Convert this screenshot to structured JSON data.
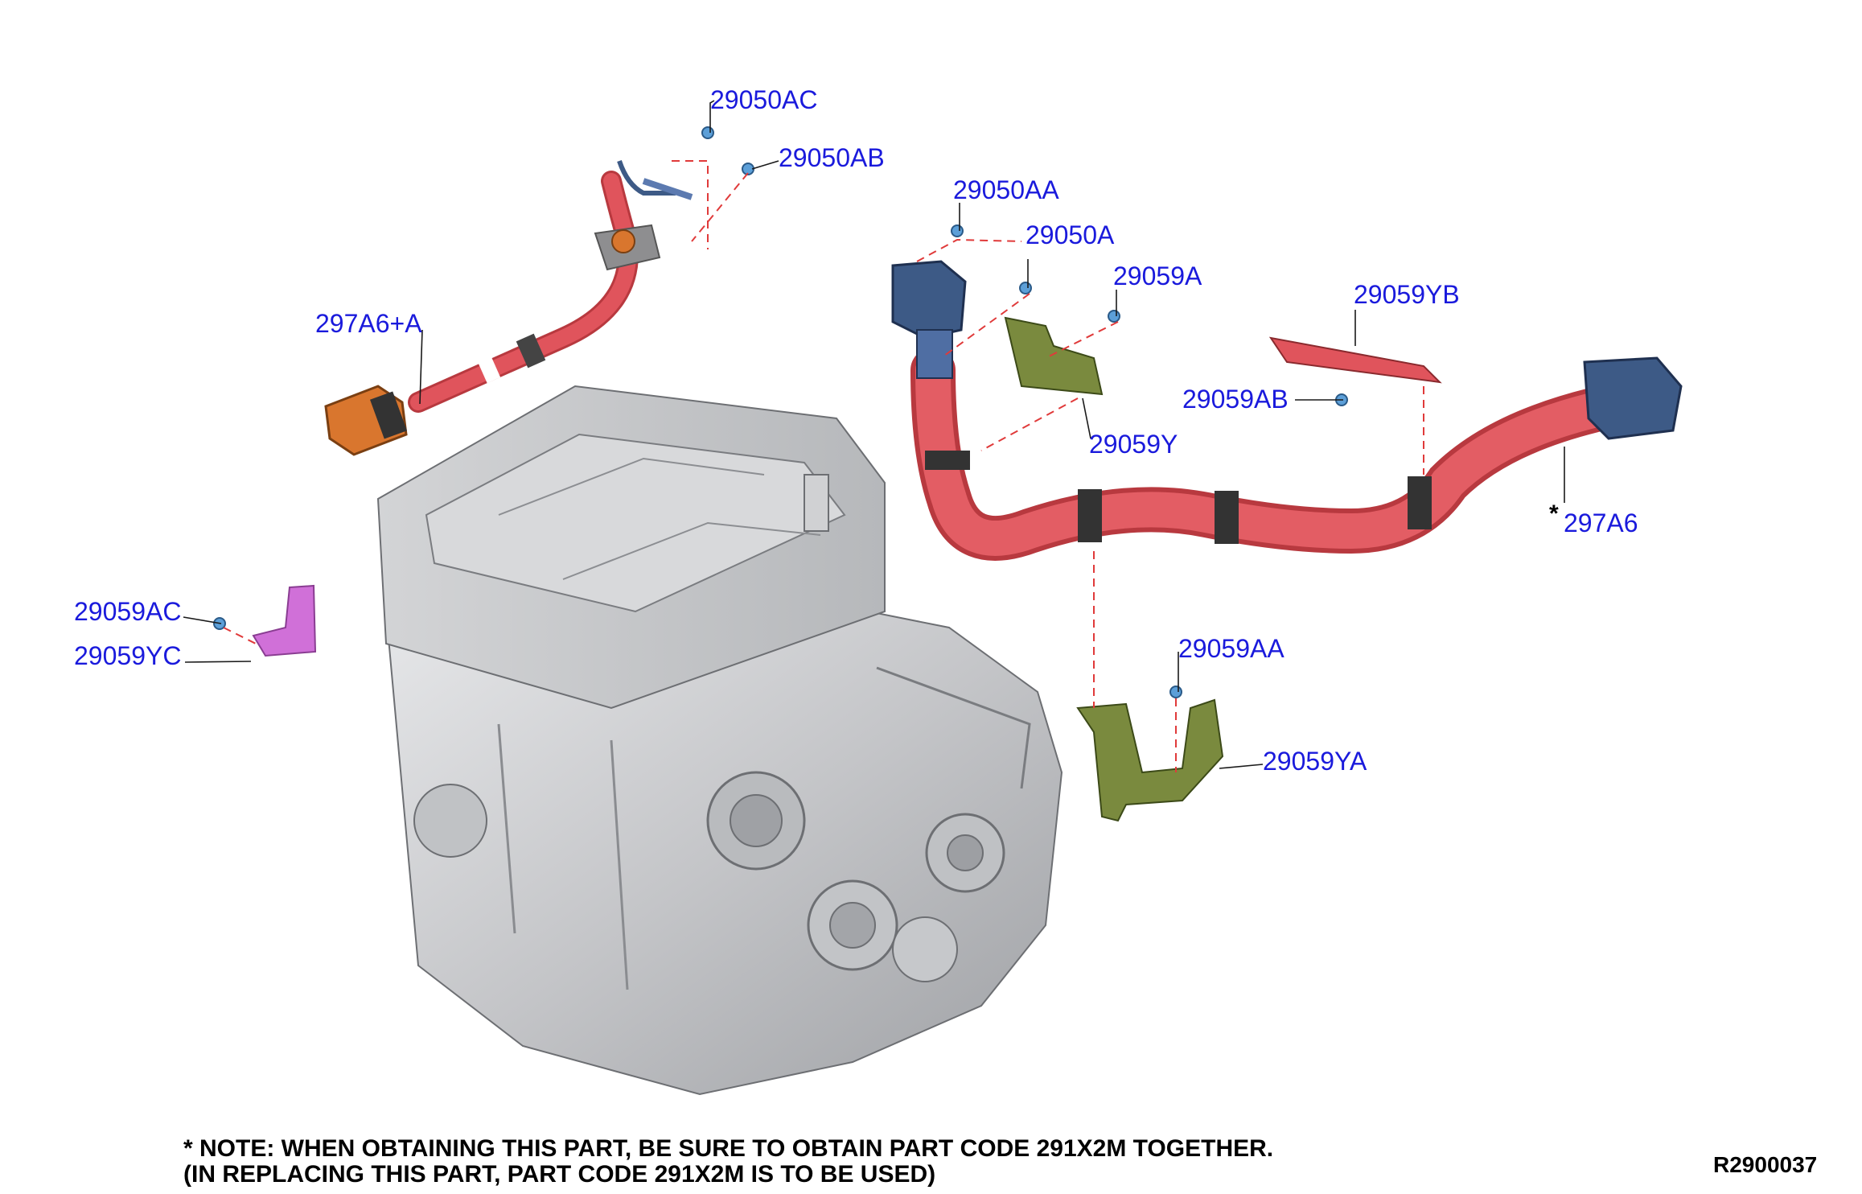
{
  "diagram_code": "R2900037",
  "note": {
    "line1": "* NOTE: WHEN OBTAINING THIS PART, BE SURE TO OBTAIN PART CODE 291X2M TOGETHER.",
    "line2": "(IN REPLACING THIS PART, PART CODE 291X2M IS TO BE USED)"
  },
  "star_marker": "*",
  "parts": {
    "p29050AC": "29050AC",
    "p29050AB": "29050AB",
    "p29050AA": "29050AA",
    "p29050A": "29050A",
    "p29059A": "29059A",
    "p29059YB": "29059YB",
    "p29059AB": "29059AB",
    "p29059Y": "29059Y",
    "p297A6A": "297A6+A",
    "p297A6": "297A6",
    "p29059AC": "29059AC",
    "p29059YC": "29059YC",
    "p29059AA": "29059AA",
    "p29059YA": "29059YA"
  },
  "colors": {
    "callout_text": "#1a1adc",
    "cable_red": "#e0545c",
    "connector_orange": "#d9762e",
    "connector_blue": "#3d5a86",
    "bracket_green": "#7a8a3e",
    "bracket_magenta": "#d070d8",
    "motor_gray": "#c9cacc"
  }
}
